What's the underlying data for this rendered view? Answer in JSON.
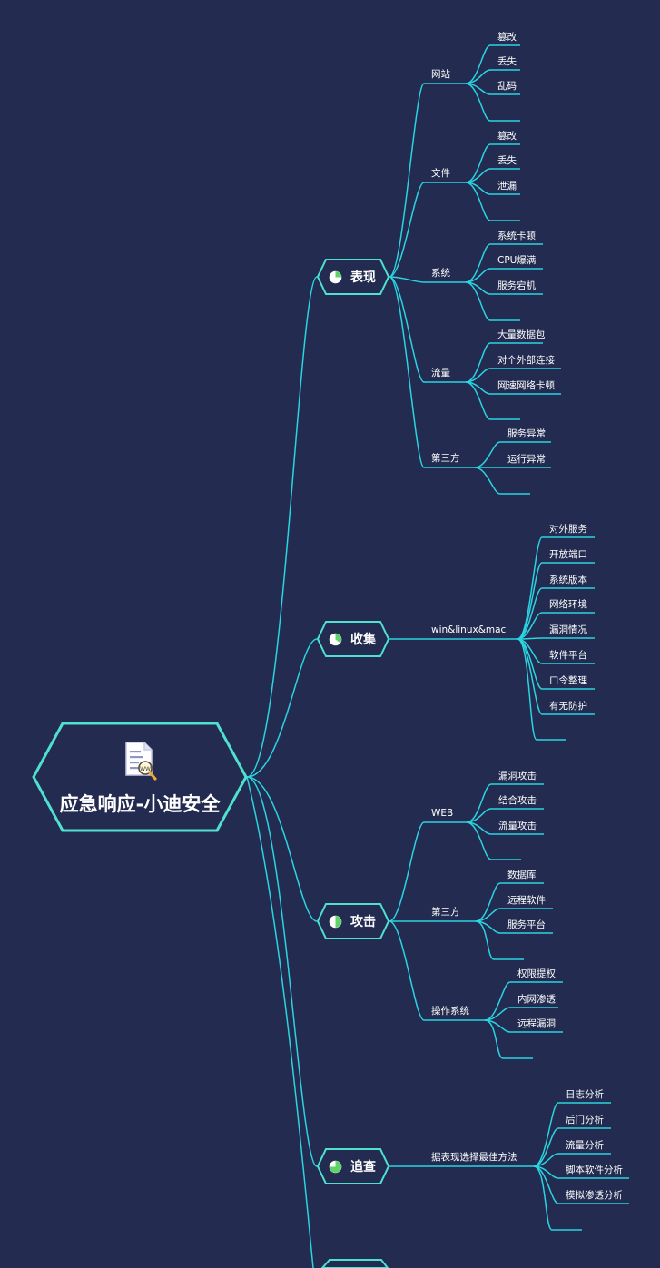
{
  "root": {
    "title": "应急响应-小迪安全",
    "icon": "document-search-icon"
  },
  "branches": [
    {
      "label": "表现",
      "icon": "pie-icon",
      "children": [
        {
          "label": "网站",
          "leaves": [
            "篡改",
            "丢失",
            "乱码",
            ""
          ]
        },
        {
          "label": "文件",
          "leaves": [
            "篡改",
            "丢失",
            "泄漏",
            ""
          ]
        },
        {
          "label": "系统",
          "leaves": [
            "系统卡顿",
            "CPU爆满",
            "服务宕机",
            ""
          ]
        },
        {
          "label": "流量",
          "leaves": [
            "大量数据包",
            "对个外部连接",
            "网速网络卡顿",
            ""
          ]
        },
        {
          "label": "第三方",
          "leaves": [
            "服务异常",
            "运行异常",
            ""
          ]
        }
      ]
    },
    {
      "label": "收集",
      "icon": "pie-icon",
      "children": [
        {
          "label": "win&linux&mac",
          "leaves": [
            "对外服务",
            "开放端口",
            "系统版本",
            "网络环境",
            "漏洞情况",
            "软件平台",
            "口令整理",
            "有无防护",
            ""
          ]
        }
      ]
    },
    {
      "label": "攻击",
      "icon": "pie-icon",
      "children": [
        {
          "label": "WEB",
          "leaves": [
            "漏洞攻击",
            "结合攻击",
            "流量攻击",
            ""
          ]
        },
        {
          "label": "第三方",
          "leaves": [
            "数据库",
            "远程软件",
            "服务平台",
            ""
          ]
        },
        {
          "label": "操作系统",
          "leaves": [
            "权限提权",
            "内网渗透",
            "远程漏洞",
            ""
          ]
        }
      ]
    },
    {
      "label": "追查",
      "icon": "pie-icon",
      "children": [
        {
          "label": "据表现选择最佳方法",
          "leaves": [
            "日志分析",
            "后门分析",
            "流量分析",
            "脚本软件分析",
            "模拟渗透分析",
            ""
          ]
        }
      ]
    }
  ],
  "colors": {
    "background": "#232c50",
    "line": "#2ad4e0",
    "node_border": "#4fe0cf",
    "pie": "#5fd36a"
  }
}
